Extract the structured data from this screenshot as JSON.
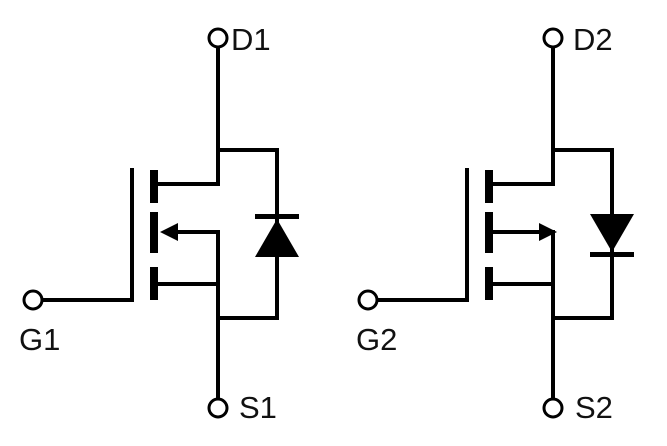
{
  "page": {
    "background_color": "#ffffff",
    "line_color": "#000000",
    "label_color": "#111111"
  },
  "diagram": {
    "type": "schematic",
    "description": "Dual MOSFET schematic symbols with body diodes",
    "transistors": [
      {
        "symbol": "n-channel-mosfet-with-body-diode",
        "body_arrow_direction": "pointing-into-channel",
        "body_diode_orientation": "cathode-at-drain",
        "drain_label": "D1",
        "gate_label": "G1",
        "source_label": "S1"
      },
      {
        "symbol": "p-channel-mosfet-with-body-diode",
        "body_arrow_direction": "pointing-away-from-channel",
        "body_diode_orientation": "cathode-at-source",
        "drain_label": "D2",
        "gate_label": "G2",
        "source_label": "S2"
      }
    ]
  }
}
